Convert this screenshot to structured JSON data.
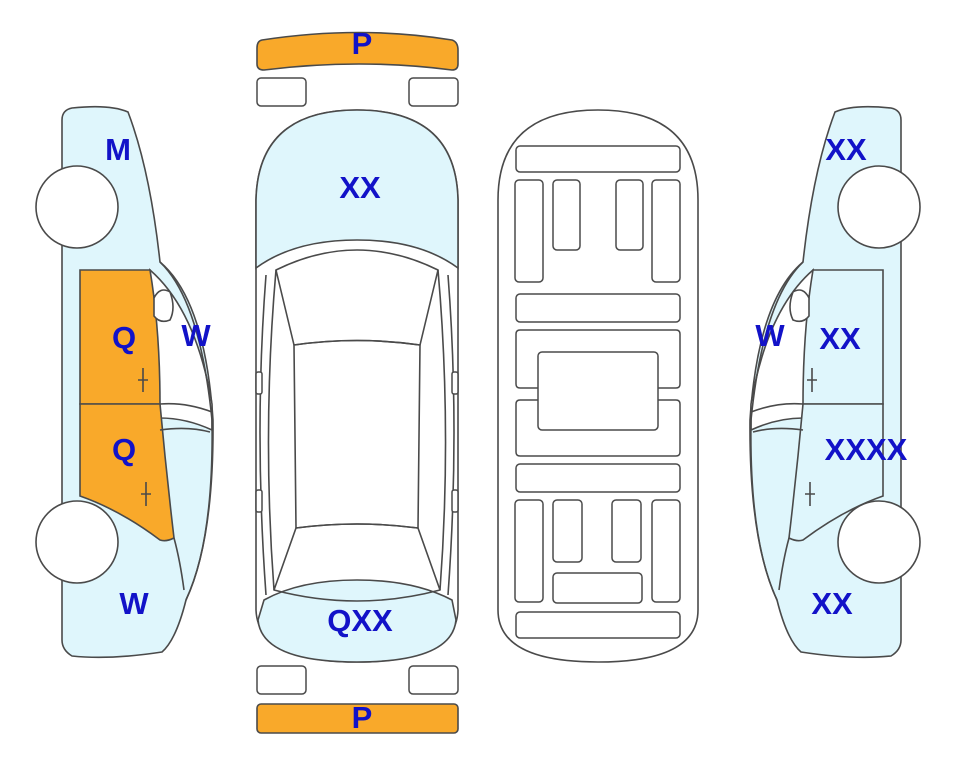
{
  "colors": {
    "damaged": "#f9a92a",
    "normal_panel": "#dff6fc",
    "label": "#1212c8",
    "outline": "#4a4a4a"
  },
  "labels": {
    "front_bumper": "P",
    "rear_bumper": "P",
    "hood": "XX",
    "trunk": "QXX",
    "left_front_fender": "M",
    "left_front_door": "Q",
    "left_rear_door": "Q",
    "left_pillar": "W",
    "left_rear_quarter": "W",
    "right_front_fender": "XX",
    "right_pillar": "W",
    "right_front_door": "XX",
    "right_rear_door": "XXXX",
    "right_rear_quarter": "XX"
  },
  "panel_state": {
    "front_bumper": "damaged",
    "rear_bumper": "damaged",
    "left_front_door": "damaged",
    "left_rear_door": "damaged"
  }
}
